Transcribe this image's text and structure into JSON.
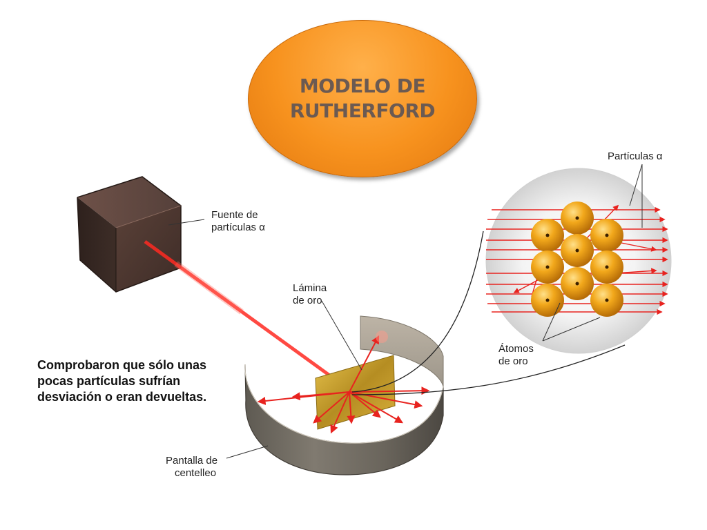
{
  "title": {
    "line1": "MODELO DE",
    "line2": "RUTHERFORD"
  },
  "labels": {
    "source_line1": "Fuente de",
    "source_line2": "partículas α",
    "foil_line1": "Lámina",
    "foil_line2": "de oro",
    "alpha_particles": "Partículas α",
    "atoms_line1": "Átomos",
    "atoms_line2": "de oro",
    "screen_line1": "Pantalla de",
    "screen_line2": "centelleo"
  },
  "caption": {
    "line1": "Comprobaron que sólo unas",
    "line2": "pocas partículas sufrían",
    "line3": "desviación o eran devueltas."
  },
  "colors": {
    "title_fill": "#f7921e",
    "beam": "#e8231f",
    "gold_atom": "#f2a81b",
    "foil": "#c9a22e"
  }
}
